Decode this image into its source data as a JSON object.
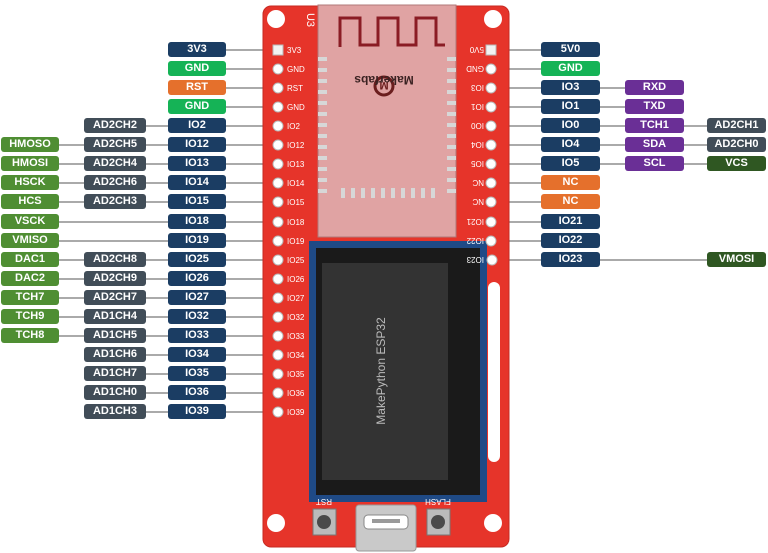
{
  "board": {
    "module_id": "U3",
    "brand": "Makerfabs",
    "screen_text": "MakePython ESP32",
    "button_left": "RST",
    "button_right": "FLASH"
  },
  "left_pins": [
    {
      "silk": "3V3",
      "labels": [
        {
          "text": "3V3",
          "color": "navy"
        }
      ]
    },
    {
      "silk": "GND",
      "labels": [
        {
          "text": "GND",
          "color": "green"
        }
      ]
    },
    {
      "silk": "RST",
      "labels": [
        {
          "text": "RST",
          "color": "orange"
        }
      ]
    },
    {
      "silk": "GND",
      "labels": [
        {
          "text": "GND",
          "color": "green"
        }
      ]
    },
    {
      "silk": "IO2",
      "labels": [
        {
          "text": "IO2",
          "color": "navy"
        },
        {
          "text": "AD2CH2",
          "color": "slate"
        }
      ]
    },
    {
      "silk": "IO12",
      "labels": [
        {
          "text": "IO12",
          "color": "navy"
        },
        {
          "text": "AD2CH5",
          "color": "slate"
        },
        {
          "text": "HMOSO",
          "color": "olive"
        }
      ]
    },
    {
      "silk": "IO13",
      "labels": [
        {
          "text": "IO13",
          "color": "navy"
        },
        {
          "text": "AD2CH4",
          "color": "slate"
        },
        {
          "text": "HMOSI",
          "color": "olive"
        }
      ]
    },
    {
      "silk": "IO14",
      "labels": [
        {
          "text": "IO14",
          "color": "navy"
        },
        {
          "text": "AD2CH6",
          "color": "slate"
        },
        {
          "text": "HSCK",
          "color": "olive"
        }
      ]
    },
    {
      "silk": "IO15",
      "labels": [
        {
          "text": "IO15",
          "color": "navy"
        },
        {
          "text": "AD2CH3",
          "color": "slate"
        },
        {
          "text": "HCS",
          "color": "olive"
        }
      ]
    },
    {
      "silk": "IO18",
      "labels": [
        {
          "text": "IO18",
          "color": "navy"
        },
        {
          "text": "VSCK",
          "color": "olive"
        }
      ]
    },
    {
      "silk": "IO19",
      "labels": [
        {
          "text": "IO19",
          "color": "navy"
        },
        {
          "text": "VMISO",
          "color": "olive"
        }
      ]
    },
    {
      "silk": "IO25",
      "labels": [
        {
          "text": "IO25",
          "color": "navy"
        },
        {
          "text": "AD2CH8",
          "color": "slate"
        },
        {
          "text": "DAC1",
          "color": "olive"
        }
      ]
    },
    {
      "silk": "IO26",
      "labels": [
        {
          "text": "IO26",
          "color": "navy"
        },
        {
          "text": "AD2CH9",
          "color": "slate"
        },
        {
          "text": "DAC2",
          "color": "olive"
        }
      ]
    },
    {
      "silk": "IO27",
      "labels": [
        {
          "text": "IO27",
          "color": "navy"
        },
        {
          "text": "AD2CH7",
          "color": "slate"
        },
        {
          "text": "TCH7",
          "color": "olive"
        }
      ]
    },
    {
      "silk": "IO32",
      "labels": [
        {
          "text": "IO32",
          "color": "navy"
        },
        {
          "text": "AD1CH4",
          "color": "slate"
        },
        {
          "text": "TCH9",
          "color": "olive"
        }
      ]
    },
    {
      "silk": "IO33",
      "labels": [
        {
          "text": "IO33",
          "color": "navy"
        },
        {
          "text": "AD1CH5",
          "color": "slate"
        },
        {
          "text": "TCH8",
          "color": "olive"
        }
      ]
    },
    {
      "silk": "IO34",
      "labels": [
        {
          "text": "IO34",
          "color": "navy"
        },
        {
          "text": "AD1CH6",
          "color": "slate"
        }
      ]
    },
    {
      "silk": "IO35",
      "labels": [
        {
          "text": "IO35",
          "color": "navy"
        },
        {
          "text": "AD1CH7",
          "color": "slate"
        }
      ]
    },
    {
      "silk": "IO36",
      "labels": [
        {
          "text": "IO36",
          "color": "navy"
        },
        {
          "text": "AD1CH0",
          "color": "slate"
        }
      ]
    },
    {
      "silk": "IO39",
      "labels": [
        {
          "text": "IO39",
          "color": "navy"
        },
        {
          "text": "AD1CH3",
          "color": "slate"
        }
      ]
    }
  ],
  "right_pins": [
    {
      "silk": "5V0",
      "labels": [
        {
          "text": "5V0",
          "color": "navy"
        }
      ]
    },
    {
      "silk": "GND",
      "labels": [
        {
          "text": "GND",
          "color": "green"
        }
      ]
    },
    {
      "silk": "IO3",
      "labels": [
        {
          "text": "IO3",
          "color": "navy"
        },
        {
          "text": "RXD",
          "color": "purple"
        }
      ]
    },
    {
      "silk": "IO1",
      "labels": [
        {
          "text": "IO1",
          "color": "navy"
        },
        {
          "text": "TXD",
          "color": "purple"
        }
      ]
    },
    {
      "silk": "IO0",
      "labels": [
        {
          "text": "IO0",
          "color": "navy"
        },
        {
          "text": "TCH1",
          "color": "purple"
        },
        {
          "text": "AD2CH1",
          "color": "slate"
        }
      ]
    },
    {
      "silk": "IO4",
      "labels": [
        {
          "text": "IO4",
          "color": "navy"
        },
        {
          "text": "SDA",
          "color": "purple"
        },
        {
          "text": "AD2CH0",
          "color": "slate"
        }
      ]
    },
    {
      "silk": "IO5",
      "labels": [
        {
          "text": "IO5",
          "color": "navy"
        },
        {
          "text": "SCL",
          "color": "purple"
        },
        {
          "text": "VCS",
          "color": "darkgreen"
        }
      ]
    },
    {
      "silk": "NC",
      "labels": [
        {
          "text": "NC",
          "color": "orange"
        }
      ]
    },
    {
      "silk": "NC",
      "labels": [
        {
          "text": "NC",
          "color": "orange"
        }
      ]
    },
    {
      "silk": "IO21",
      "labels": [
        {
          "text": "IO21",
          "color": "navy"
        }
      ]
    },
    {
      "silk": "IO22",
      "labels": [
        {
          "text": "IO22",
          "color": "navy"
        }
      ]
    },
    {
      "silk": "IO23",
      "labels": [
        {
          "text": "IO23",
          "color": "navy"
        },
        {
          "text": "VMOSI",
          "color": "darkgreen"
        }
      ]
    }
  ]
}
